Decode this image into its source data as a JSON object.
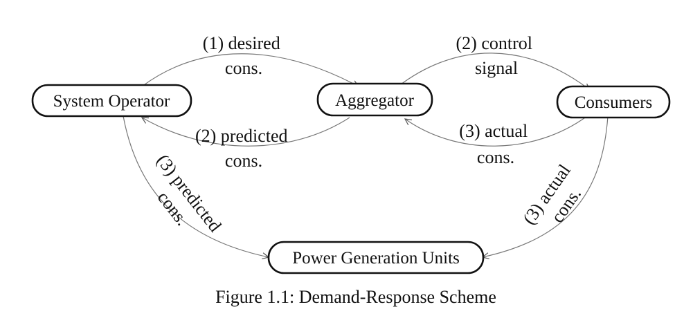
{
  "nodes": {
    "system_operator": "System Operator",
    "aggregator": "Aggregator",
    "consumers": "Consumers",
    "power_units": "Power Generation Units"
  },
  "edges": {
    "desired": [
      "(1) desired",
      "cons."
    ],
    "control": [
      "(2) control",
      "signal"
    ],
    "predicted_top": [
      "(2) predicted",
      "cons."
    ],
    "actual_top": [
      "(3) actual",
      "cons."
    ],
    "predicted_side": [
      "(3) predicted",
      "cons."
    ],
    "actual_side": [
      "(3) actual",
      "cons."
    ]
  },
  "caption": "Figure 1.1: Demand-Response Scheme"
}
